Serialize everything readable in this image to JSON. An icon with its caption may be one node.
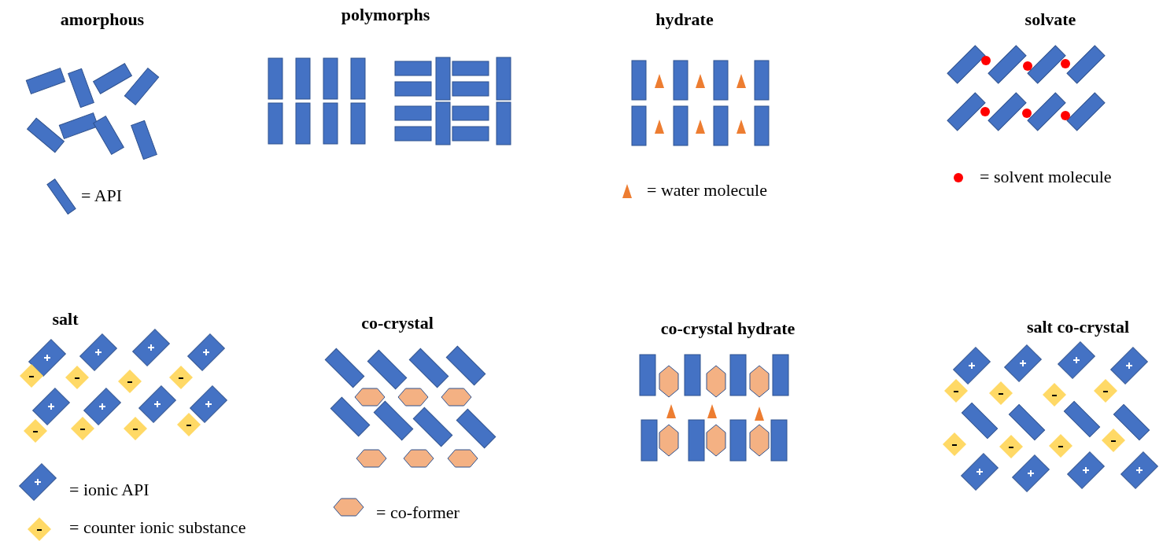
{
  "diagram": {
    "labels": [
      "amorphous",
      "polymorphs",
      "hydrate",
      "solvate",
      "salt",
      "co-crystal",
      "co-crystal hydrate",
      "salt co-crystal"
    ],
    "legend": [
      {
        "text": "= API"
      },
      {
        "text": "= water molecule"
      },
      {
        "text": "= solvent molecule"
      },
      {
        "text": "= ionic API"
      },
      {
        "text": "= counter ionic substance"
      },
      {
        "text": "= co-former"
      }
    ]
  }
}
